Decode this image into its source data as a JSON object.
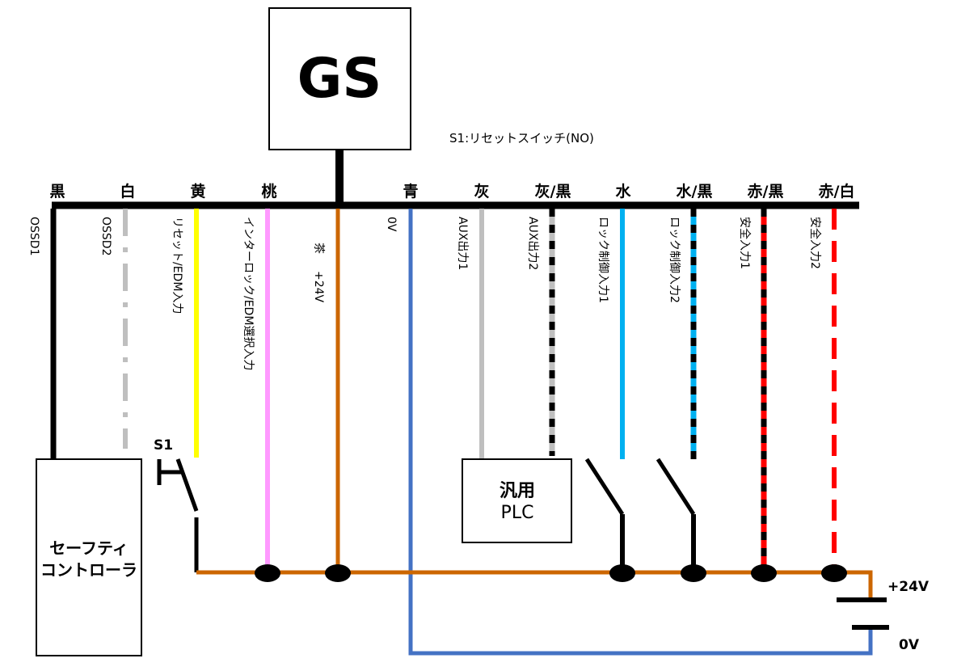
{
  "title": "GS",
  "reset_note": "S1:リセットスイッチ(NO)",
  "bus_colors": {
    "black": "黒",
    "white": "白",
    "yellow": "黄",
    "pink": "桃",
    "blue": "青",
    "gray": "灰",
    "gray_black": "灰/黒",
    "light_blue": "水",
    "light_blue_black": "水/黒",
    "red_black": "赤/黒",
    "red_white": "赤/白"
  },
  "wires": {
    "ossd1": "OSSD1",
    "ossd2": "OSSD2",
    "reset_edm": "リセット/EDM入力",
    "interlock_edm": "インターロック/EDM選択入力",
    "brown_color": "茶",
    "brown_voltage": "+24V",
    "zero_v": "0V",
    "aux1": "AUX出力1",
    "aux2": "AUX出力2",
    "lock1": "ロック制御入力1",
    "lock2": "ロック制御入力2",
    "safety1": "安全入力1",
    "safety2": "安全入力2"
  },
  "switch_label": "S1",
  "plc": {
    "line1": "汎用",
    "line2": "PLC"
  },
  "controller": {
    "line1": "セーフティ",
    "line2": "コントローラ"
  },
  "power": {
    "plus": "+24V",
    "zero": "0V"
  },
  "colors": {
    "black": "#000000",
    "gray": "#bfbfbf",
    "yellow": "#ffff00",
    "pink": "#ff99ff",
    "brown": "#cc6600",
    "blue": "#4472c4",
    "light_blue": "#00b0f0",
    "red": "#ff0000"
  }
}
